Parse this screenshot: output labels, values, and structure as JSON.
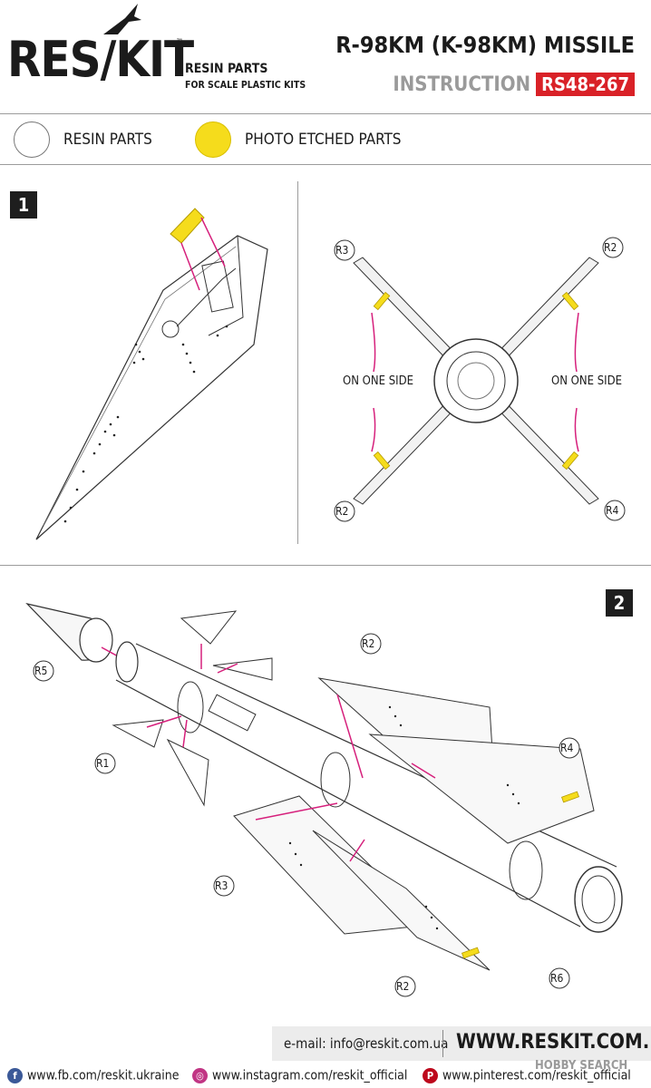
{
  "header": {
    "logo_text": "RES/KIT",
    "logo_tm": "™",
    "tagline_1": "RESIN PARTS",
    "tagline_2": "FOR SCALE PLASTIC KITS",
    "title": "R-98KM (K-98KM) MISSILE",
    "instruction_label": "INSTRUCTION",
    "code": "RS48-267"
  },
  "legend": {
    "resin_label": "RESIN PARTS",
    "pe_label": "PHOTO ETCHED PARTS",
    "resin_color": "#ffffff",
    "pe_color": "#f5dc1c"
  },
  "step1": {
    "number": "1",
    "tags": [
      "R3",
      "R2",
      "R2",
      "R4"
    ],
    "note_left": "ON ONE SIDE",
    "note_right": "ON ONE SIDE"
  },
  "step2": {
    "number": "2",
    "tags": [
      "R5",
      "R1",
      "R2",
      "R4",
      "R3",
      "R2",
      "R6"
    ]
  },
  "footer": {
    "email": "e-mail: info@reskit.com.ua",
    "website": "WWW.RESKIT.COM.UA",
    "facebook": "www.fb.com/reskit.ukraine",
    "instagram": "www.instagram.com/reskit_official",
    "pinterest": "www.pinterest.com/reskit_official",
    "watermark": "HOBBY SEARCH"
  },
  "colors": {
    "accent_red": "#d92127",
    "magenta_lines": "#d6207c",
    "pe_yellow": "#f5dc1c"
  }
}
